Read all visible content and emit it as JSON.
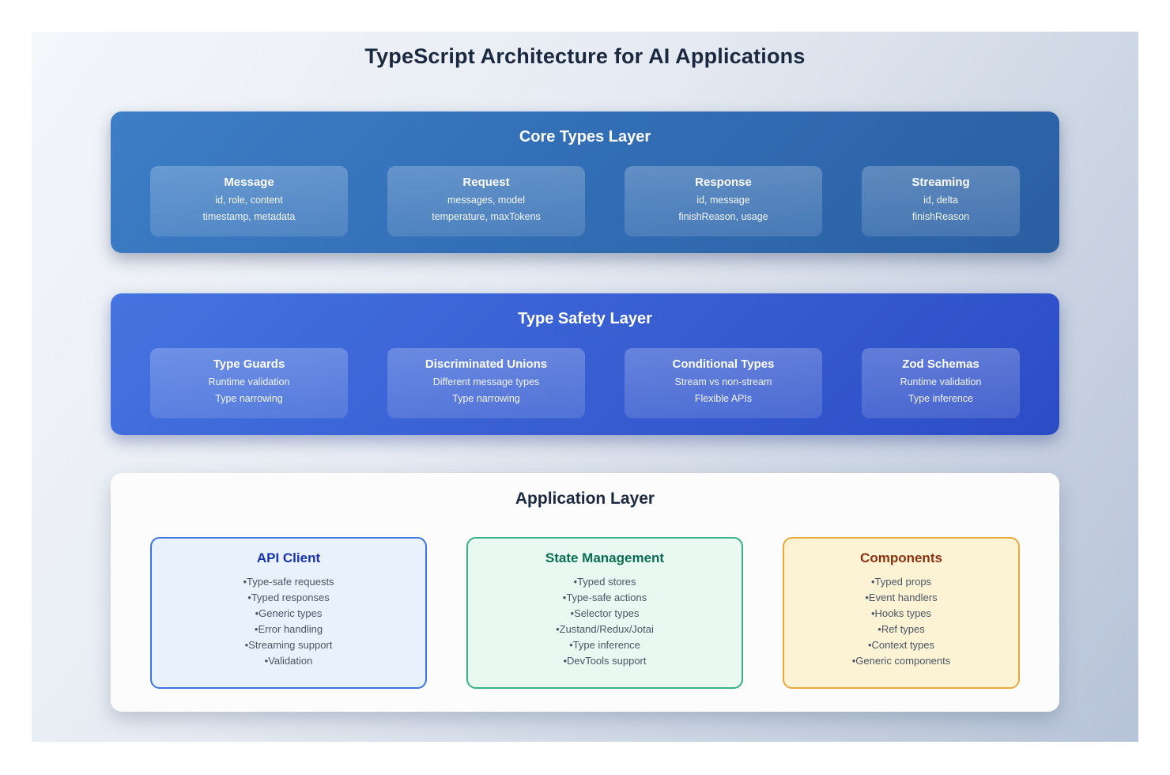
{
  "page": {
    "title": "TypeScript Architecture for AI Applications"
  },
  "colors": {
    "core_layer_top": "#3d7ec6",
    "core_layer_bottom": "#2a5fa2",
    "safety_layer_top": "#4474e0",
    "safety_layer_bottom": "#2c4cc6",
    "app_layer_bg": "#fcfcfd",
    "api_client_border": "#3e74dd",
    "api_client_bg": "#e9f1fd",
    "api_client_title": "#1733ad",
    "state_mgmt_border": "#35b183",
    "state_mgmt_bg": "#e9f8f0",
    "state_mgmt_title": "#0a6e52",
    "components_border": "#e8a83d",
    "components_bg": "#fcf3d4",
    "components_title": "#8a3210",
    "page_title_text": "#1b2940",
    "canvas_gradient_start": "#f4f6fa",
    "canvas_gradient_end": "#b7c3d8"
  },
  "core_layer": {
    "title": "Core Types Layer",
    "cards": [
      {
        "title": "Message",
        "line1": "id, role, content",
        "line2": "timestamp, metadata"
      },
      {
        "title": "Request",
        "line1": "messages, model",
        "line2": "temperature, maxTokens"
      },
      {
        "title": "Response",
        "line1": "id, message",
        "line2": "finishReason, usage"
      },
      {
        "title": "Streaming",
        "line1": "id, delta",
        "line2": "finishReason"
      }
    ]
  },
  "safety_layer": {
    "title": "Type Safety Layer",
    "cards": [
      {
        "title": "Type Guards",
        "line1": "Runtime validation",
        "line2": "Type narrowing"
      },
      {
        "title": "Discriminated Unions",
        "line1": "Different message types",
        "line2": "Type narrowing"
      },
      {
        "title": "Conditional Types",
        "line1": "Stream vs non-stream",
        "line2": "Flexible APIs"
      },
      {
        "title": "Zod Schemas",
        "line1": "Runtime validation",
        "line2": "Type inference"
      }
    ]
  },
  "app_layer": {
    "title": "Application Layer",
    "cards": [
      {
        "title": "API Client",
        "items": [
          "Type-safe requests",
          "Typed responses",
          "Generic types",
          "Error handling",
          "Streaming support",
          "Validation"
        ]
      },
      {
        "title": "State Management",
        "items": [
          "Typed stores",
          "Type-safe actions",
          "Selector types",
          "Zustand/Redux/Jotai",
          "Type inference",
          "DevTools support"
        ]
      },
      {
        "title": "Components",
        "items": [
          "Typed props",
          "Event handlers",
          "Hooks types",
          "Ref types",
          "Context types",
          "Generic components"
        ]
      }
    ]
  }
}
